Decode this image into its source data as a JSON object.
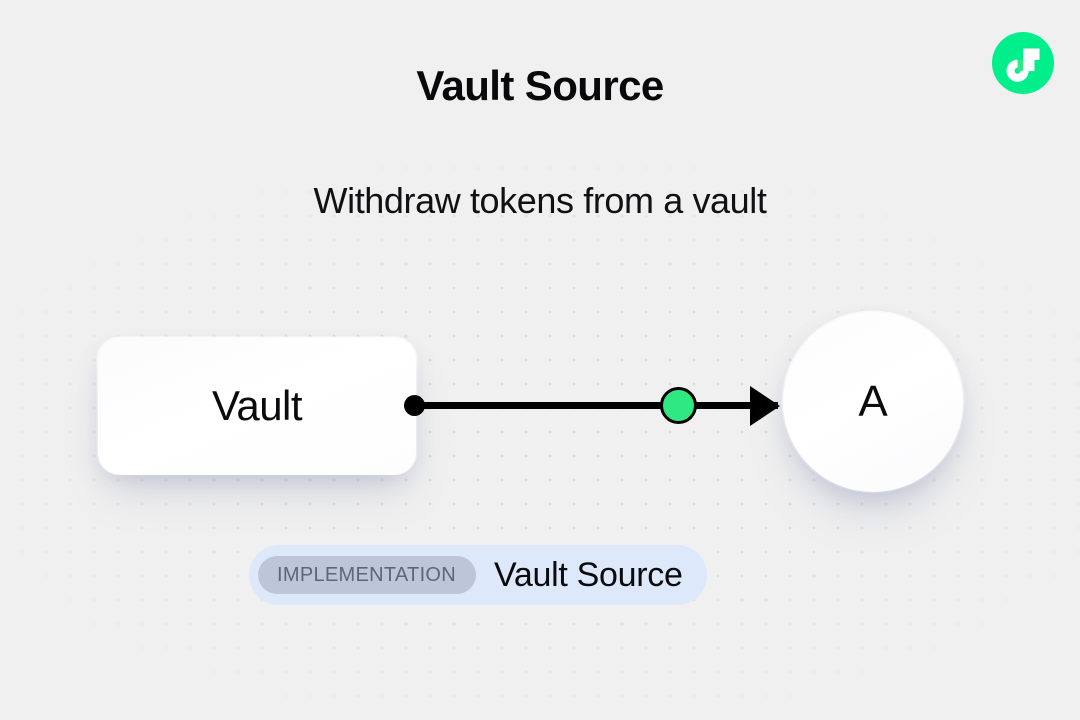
{
  "header": {
    "title": "Vault Source",
    "subtitle": "Withdraw tokens from a vault"
  },
  "brand": {
    "logo_icon": "flow-logo-icon",
    "logo_color": "#00ef8b",
    "mark_color": "#ffffff",
    "mark_accent_color": "#2fe884"
  },
  "diagram": {
    "source_node": {
      "label": "Vault",
      "shape": "rounded-rect"
    },
    "target_node": {
      "label": "A",
      "shape": "circle"
    },
    "edge": {
      "source_handle_icon": "edge-source-dot-icon",
      "token_marker_icon": "edge-token-dot-icon",
      "token_marker_color": "#2fe884",
      "arrow_icon": "edge-arrowhead-icon",
      "line_color": "#000000",
      "direction": "left-to-right"
    },
    "background": {
      "dot_color": "#dcdcdc",
      "canvas_color": "#f0f0f0"
    }
  },
  "badge": {
    "tag": "IMPLEMENTATION",
    "name": "Vault Source",
    "background_color": "#dde8fa",
    "tag_background_color": "#bcc6d8",
    "tag_text_color": "#5f6776"
  }
}
